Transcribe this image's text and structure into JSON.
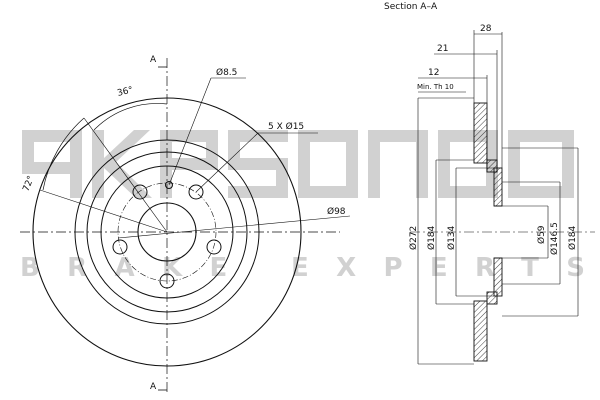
{
  "section_title": "Section A–A",
  "section_marker": "A",
  "front_view": {
    "angle_36": "36°",
    "angle_72": "72°",
    "pin_hole": "Ø8.5",
    "bolt_holes": "5 X Ø15",
    "pcd": "Ø98"
  },
  "section_view": {
    "width_28": "28",
    "width_21": "21",
    "thickness_12": "12",
    "min_thickness": "Min. Th 10",
    "dia_272": "Ø272",
    "dia_184_left": "Ø184",
    "dia_134": "Ø134",
    "dia_59": "Ø59",
    "dia_146_5": "Ø146.5",
    "dia_184_right": "Ø184"
  },
  "watermark": {
    "logo": "akpsono",
    "tagline": "BRAKE EXPERTS",
    "color": "#c9c9c9"
  },
  "line_color": "#111111"
}
